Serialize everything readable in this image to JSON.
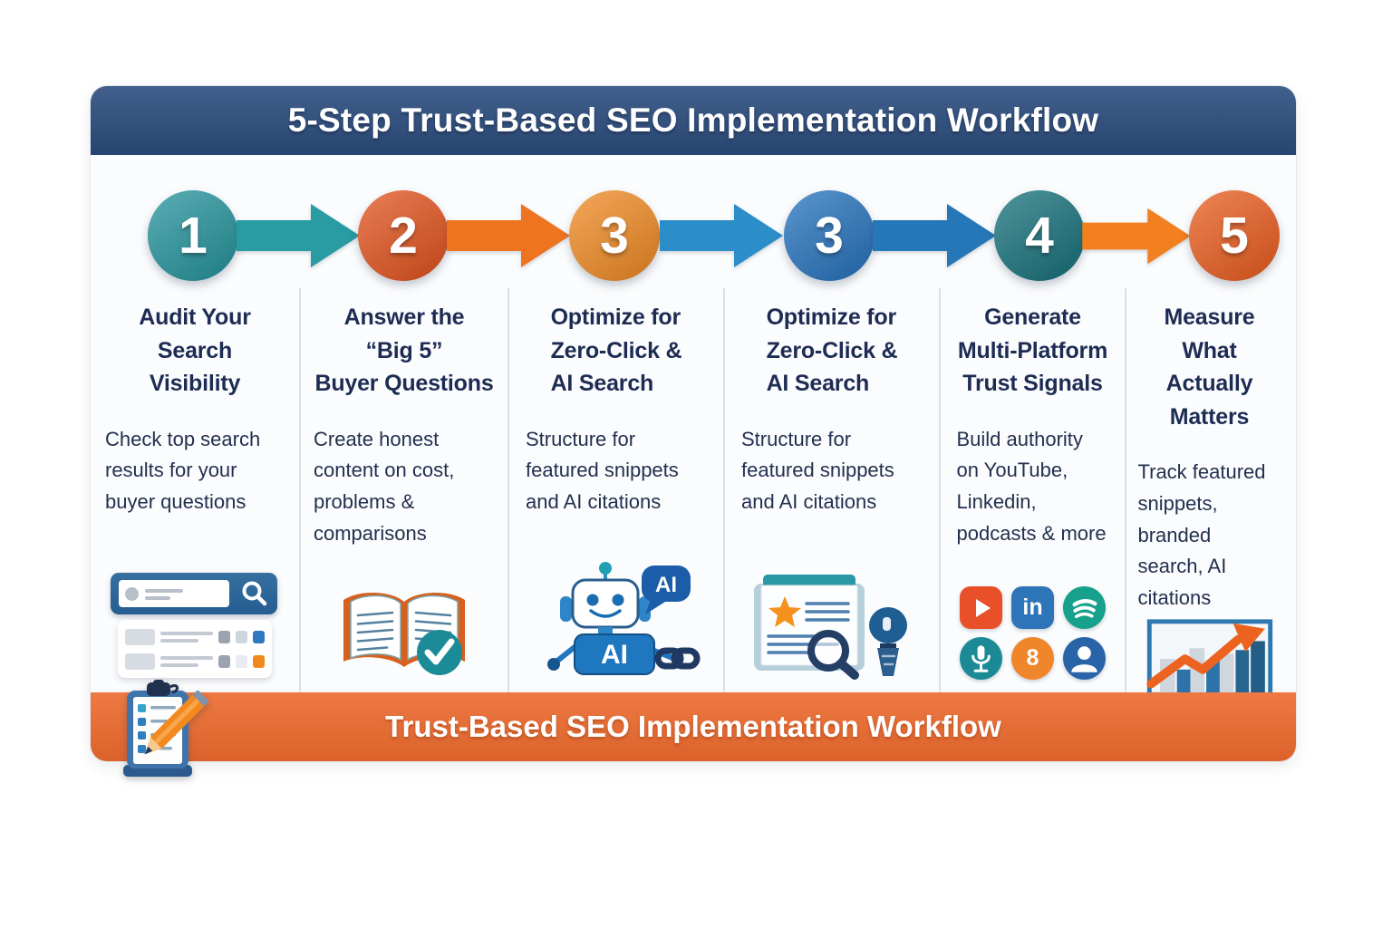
{
  "header": {
    "title": "5-Step Trust-Based SEO Implementation Workflow",
    "bg_color": "#2d4e80"
  },
  "footer": {
    "title": "Trust-Based SEO Implementation Workflow",
    "bg_color": "#ec6a2e",
    "icon": "clipboard-pencil-icon"
  },
  "colors": {
    "card_bg": "#fbfcfd",
    "heading_text": "#1e2c54",
    "body_text": "#23304f",
    "divider": "#dcdfe5"
  },
  "steps": [
    {
      "number": "1",
      "circle_color": "#23939b",
      "heading": "Audit Your\nSearch\nVisibility",
      "body": "Check top search results for your buyer questions",
      "icon": "search-results-icon"
    },
    {
      "number": "2",
      "circle_color": "#e2521c",
      "heading": "Answer the\n“Big 5”\nBuyer Questions",
      "body": "Create honest content on cost, problems & comparisons",
      "icon": "book-check-icon"
    },
    {
      "number": "3",
      "circle_color": "#f08a22",
      "heading": "Optimize for\nZero-Click &\nAI Search",
      "body": "Structure for featured snippets and AI citations",
      "icon": "ai-robot-icon"
    },
    {
      "number": "3",
      "circle_color": "#2472bd",
      "heading": "Optimize for\nZero-Click &\nAI Search",
      "body": "Structure for featured snippets and AI citations",
      "icon": "document-review-icon"
    },
    {
      "number": "4",
      "circle_color": "#15707a",
      "heading": "Generate\nMulti-Platform\nTrust Signals",
      "body": "Build authority on YouTube, Linkedin, podcasts & more",
      "icon": "social-platforms-icon"
    },
    {
      "number": "5",
      "circle_color": "#ea5c1d",
      "heading": "Measure\nWhat\nActually\nMatters",
      "body": "Track featured snippets, branded search, AI citations",
      "icon": "growth-chart-icon"
    }
  ],
  "arrows": [
    {
      "color": "#289ba3"
    },
    {
      "color": "#ef7420"
    },
    {
      "color": "#2b8ec9"
    },
    {
      "color": "#2577b7"
    },
    {
      "color": "#f2801f"
    }
  ],
  "icons": {
    "robot": {
      "chest_label": "AI",
      "bubble_label": "AI"
    },
    "social": [
      {
        "name": "youtube",
        "color": "#e8502a"
      },
      {
        "name": "linkedin",
        "color": "#2e74b8",
        "label": "in"
      },
      {
        "name": "spotify",
        "color": "#17a08b"
      },
      {
        "name": "microphone",
        "color": "#1c8a96"
      },
      {
        "name": "podcast-number",
        "color": "#f0862b",
        "label": "8"
      },
      {
        "name": "profile",
        "color": "#2a64a8"
      }
    ]
  }
}
